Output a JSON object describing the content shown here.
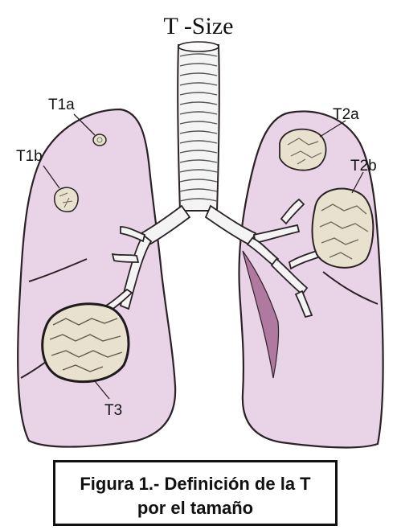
{
  "title": "T -Size",
  "labels": {
    "t1a": "T1a",
    "t1b": "T1b",
    "t2a": "T2a",
    "t2b": "T2b",
    "t3": "T3"
  },
  "caption": {
    "line1": "Figura 1.- Definición de la T",
    "line2": "por el tamaño"
  },
  "colors": {
    "lung_fill": "#e9d3e6",
    "lung_stroke": "#2a2226",
    "tumor_fill": "#e7e1cd",
    "trachea_fill": "#f4f4f4",
    "shadow": "#b07aa0"
  }
}
